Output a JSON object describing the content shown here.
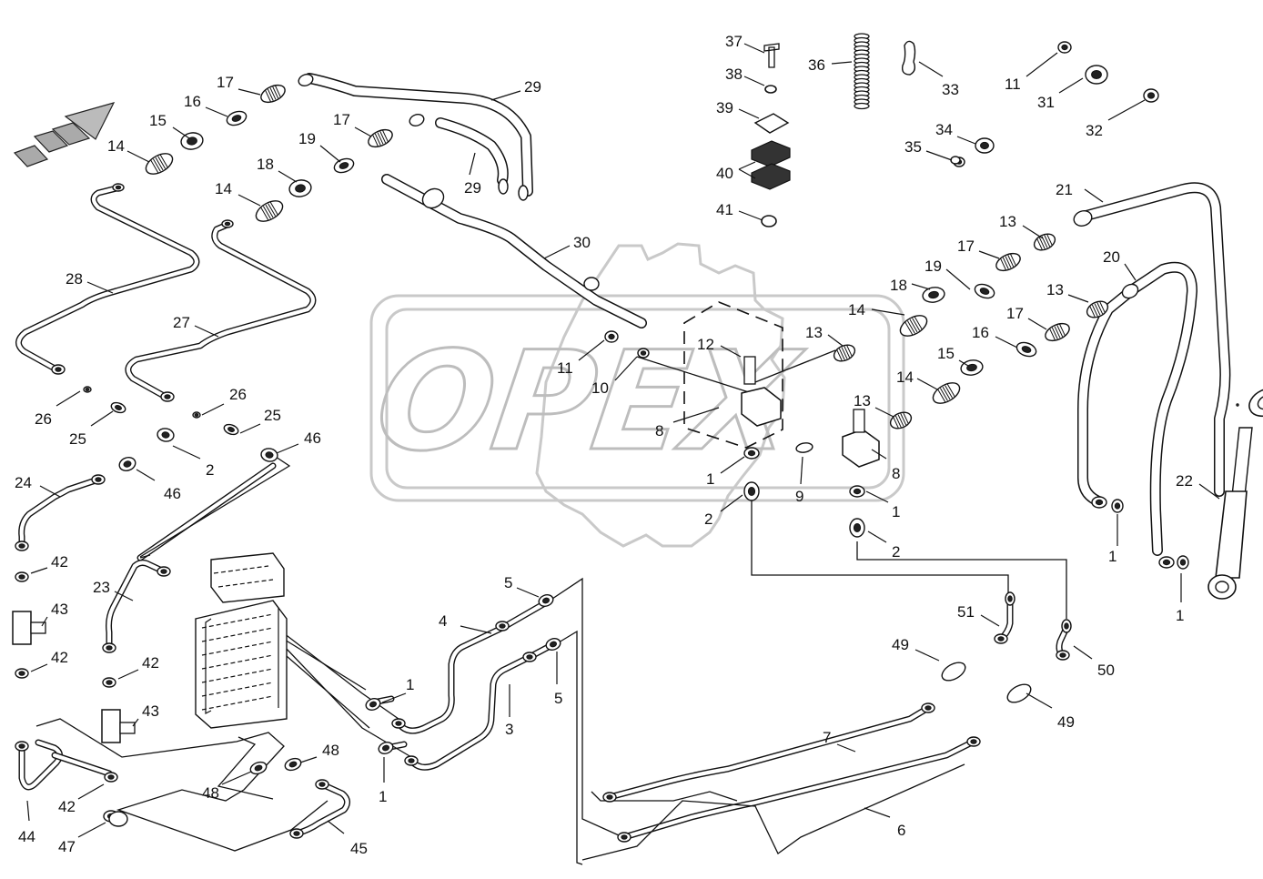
{
  "watermark": {
    "text": "OPEX"
  },
  "callouts": [
    {
      "id": "c37",
      "text": "37"
    },
    {
      "id": "c38",
      "text": "38"
    },
    {
      "id": "c39",
      "text": "39"
    },
    {
      "id": "c40",
      "text": "40"
    },
    {
      "id": "c41",
      "text": "41"
    },
    {
      "id": "c36",
      "text": "36"
    },
    {
      "id": "c33",
      "text": "33"
    },
    {
      "id": "c11a",
      "text": "11"
    },
    {
      "id": "c31",
      "text": "31"
    },
    {
      "id": "c32",
      "text": "32"
    },
    {
      "id": "c34",
      "text": "34"
    },
    {
      "id": "c35",
      "text": "35"
    },
    {
      "id": "c21",
      "text": "21"
    },
    {
      "id": "c13a",
      "text": "13"
    },
    {
      "id": "c17a",
      "text": "17"
    },
    {
      "id": "c19a",
      "text": "19"
    },
    {
      "id": "c20",
      "text": "20"
    },
    {
      "id": "c18a",
      "text": "18"
    },
    {
      "id": "c13b",
      "text": "13"
    },
    {
      "id": "c14a",
      "text": "14"
    },
    {
      "id": "c17b",
      "text": "17"
    },
    {
      "id": "c13c",
      "text": "13"
    },
    {
      "id": "c16a",
      "text": "16"
    },
    {
      "id": "c15a",
      "text": "15"
    },
    {
      "id": "c14b",
      "text": "14"
    },
    {
      "id": "c13d",
      "text": "13"
    },
    {
      "id": "c8a",
      "text": "8"
    },
    {
      "id": "c1a",
      "text": "1"
    },
    {
      "id": "c2a",
      "text": "2"
    },
    {
      "id": "c22",
      "text": "22"
    },
    {
      "id": "c1b",
      "text": "1"
    },
    {
      "id": "c1c",
      "text": "1"
    },
    {
      "id": "c17c",
      "text": "17"
    },
    {
      "id": "c16b",
      "text": "16"
    },
    {
      "id": "c15b",
      "text": "15"
    },
    {
      "id": "c14c",
      "text": "14"
    },
    {
      "id": "c17d",
      "text": "17"
    },
    {
      "id": "c19b",
      "text": "19"
    },
    {
      "id": "c29a",
      "text": "29"
    },
    {
      "id": "c29b",
      "text": "29"
    },
    {
      "id": "c18b",
      "text": "18"
    },
    {
      "id": "c14d",
      "text": "14"
    },
    {
      "id": "c30",
      "text": "30"
    },
    {
      "id": "c28",
      "text": "28"
    },
    {
      "id": "c27",
      "text": "27"
    },
    {
      "id": "c11b",
      "text": "11"
    },
    {
      "id": "c10",
      "text": "10"
    },
    {
      "id": "c12",
      "text": "12"
    },
    {
      "id": "c8b",
      "text": "8"
    },
    {
      "id": "c9",
      "text": "9"
    },
    {
      "id": "c1d",
      "text": "1"
    },
    {
      "id": "c2b",
      "text": "2"
    },
    {
      "id": "c26a",
      "text": "26"
    },
    {
      "id": "c25a",
      "text": "25"
    },
    {
      "id": "c26b",
      "text": "26"
    },
    {
      "id": "c25b",
      "text": "25"
    },
    {
      "id": "c46a",
      "text": "46"
    },
    {
      "id": "c2c",
      "text": "2"
    },
    {
      "id": "c46b",
      "text": "46"
    },
    {
      "id": "c24",
      "text": "24"
    },
    {
      "id": "c42a",
      "text": "42"
    },
    {
      "id": "c43a",
      "text": "43"
    },
    {
      "id": "c42b",
      "text": "42"
    },
    {
      "id": "c23",
      "text": "23"
    },
    {
      "id": "c42c",
      "text": "42"
    },
    {
      "id": "c43b",
      "text": "43"
    },
    {
      "id": "c44",
      "text": "44"
    },
    {
      "id": "c42d",
      "text": "42"
    },
    {
      "id": "c47",
      "text": "47"
    },
    {
      "id": "c48a",
      "text": "48"
    },
    {
      "id": "c48b",
      "text": "48"
    },
    {
      "id": "c45",
      "text": "45"
    },
    {
      "id": "c5a",
      "text": "5"
    },
    {
      "id": "c4",
      "text": "4"
    },
    {
      "id": "c1e",
      "text": "1"
    },
    {
      "id": "c3",
      "text": "3"
    },
    {
      "id": "c5b",
      "text": "5"
    },
    {
      "id": "c1f",
      "text": "1"
    },
    {
      "id": "c7",
      "text": "7"
    },
    {
      "id": "c6",
      "text": "6"
    },
    {
      "id": "c51",
      "text": "51"
    },
    {
      "id": "c49a",
      "text": "49"
    },
    {
      "id": "c49b",
      "text": "49"
    },
    {
      "id": "c50",
      "text": "50"
    }
  ]
}
